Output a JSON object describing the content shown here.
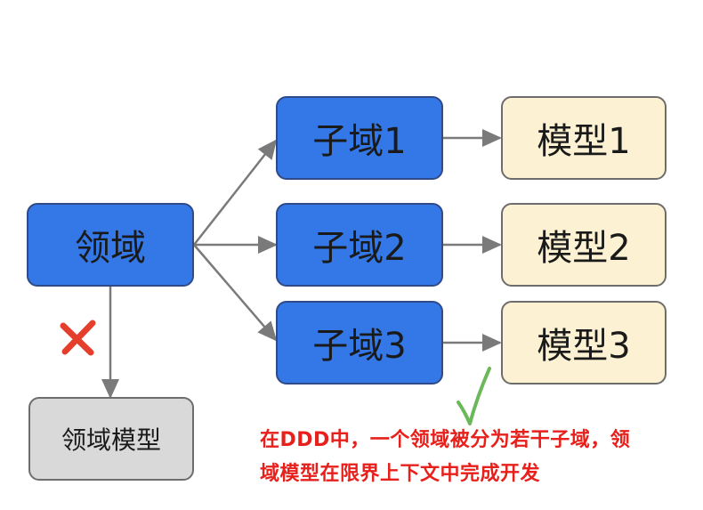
{
  "nodes": {
    "domain": "领域",
    "subdomains": [
      "子域1",
      "子域2",
      "子域3"
    ],
    "models": [
      "模型1",
      "模型2",
      "模型3"
    ],
    "domain_model": "领域模型"
  },
  "note": {
    "line1": "在DDD中，一个领域被分为若干子域，领",
    "line2": "域模型在限界上下文中完成开发"
  },
  "colors": {
    "subdomain_fill": "#3478e8",
    "model_fill": "#fcf1d2",
    "domain_model_fill": "#d9d9d9",
    "arrow": "#7a7a7a",
    "cross_mark": "#e53e2c",
    "check_mark": "#6bb85a",
    "note_text": "#e8201c"
  },
  "icons": {
    "wrong": "cross-icon",
    "right": "check-icon"
  }
}
